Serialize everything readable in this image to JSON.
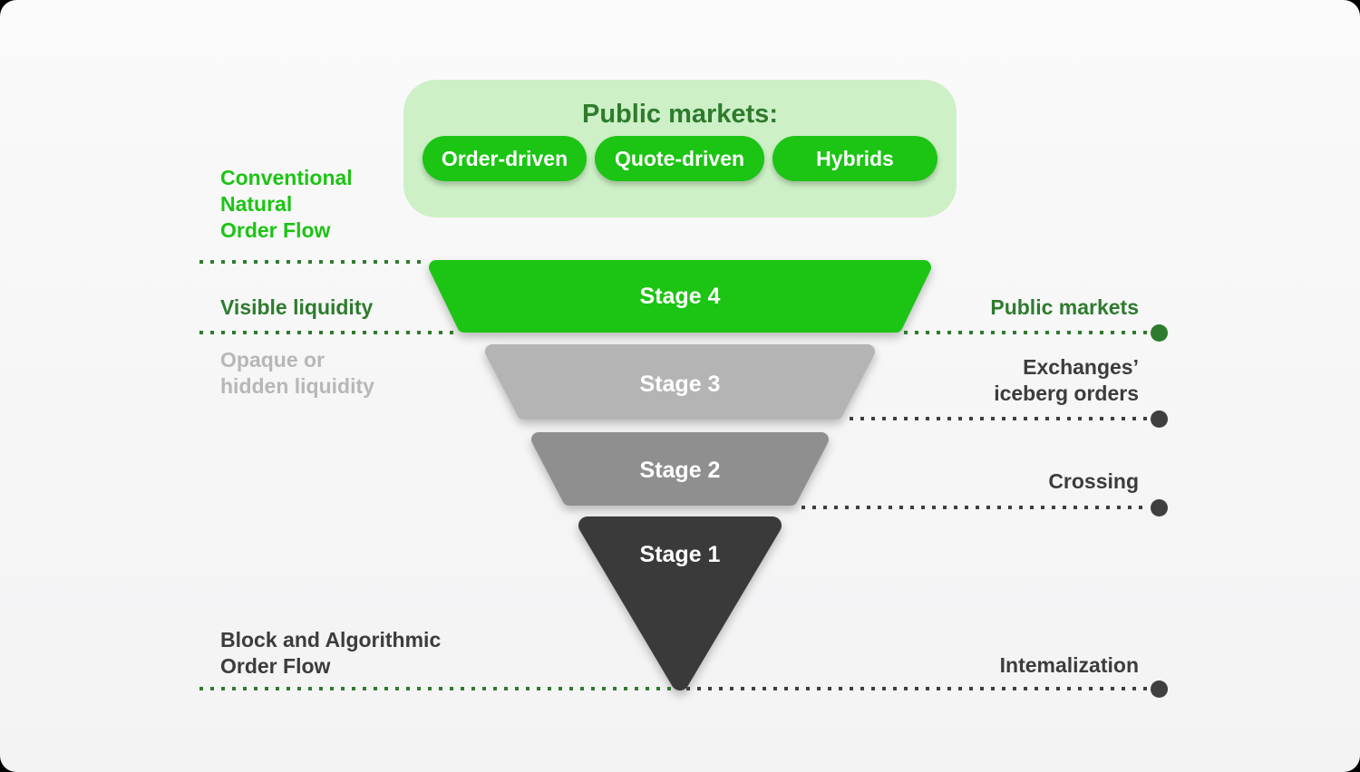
{
  "colors": {
    "bright_green": "#1CC414",
    "light_green": "#CDF0C6",
    "dark_green": "#2E7B2E",
    "stage3_gray": "#B4B4B4",
    "stage2_gray": "#8F8F8F",
    "stage1_dark": "#3A3A3A",
    "opaque_text_gray": "#B7B7B7",
    "dark_text": "#3C3C3C",
    "dotted_dark": "#3F3F3F",
    "background": "#F6F6F7"
  },
  "header": {
    "title": "Public markets:",
    "pills": [
      {
        "label": "Order-driven"
      },
      {
        "label": "Quote-driven"
      },
      {
        "label": "Hybrids"
      }
    ]
  },
  "funnel": {
    "stages": [
      {
        "label": "Stage 4",
        "color": "#1CC414"
      },
      {
        "label": "Stage 3",
        "color": "#B4B4B4"
      },
      {
        "label": "Stage 2",
        "color": "#8F8F8F"
      },
      {
        "label": "Stage 1",
        "color": "#3A3A3A"
      }
    ]
  },
  "left_labels": [
    {
      "lines": [
        "Conventional",
        "Natural",
        "Order Flow"
      ],
      "color": "#1CC414"
    },
    {
      "lines": [
        "Visible liquidity"
      ],
      "color": "#2E7B2E"
    },
    {
      "lines": [
        "Opaque or",
        "hidden liquidity"
      ],
      "color": "#B7B7B7"
    },
    {
      "lines": [
        "Block and Algorithmic",
        "Order Flow"
      ],
      "color": "#3C3C3C"
    }
  ],
  "right_labels": [
    {
      "lines": [
        "Public markets"
      ],
      "color": "#2E7B2E"
    },
    {
      "lines": [
        "Exchanges’",
        "iceberg orders"
      ],
      "color": "#3C3C3C"
    },
    {
      "lines": [
        "Crossing"
      ],
      "color": "#3C3C3C"
    },
    {
      "lines": [
        "Intemalization"
      ],
      "color": "#3C3C3C"
    }
  ]
}
